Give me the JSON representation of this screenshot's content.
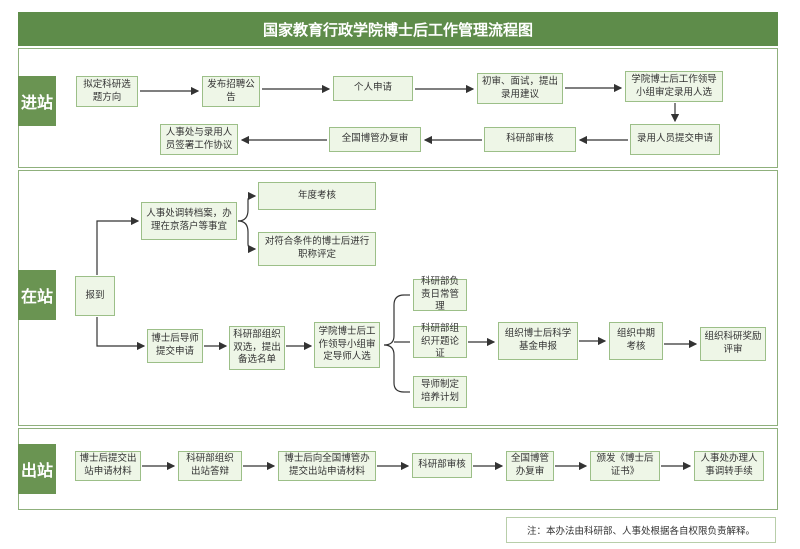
{
  "title": "国家教育行政学院博士后工作管理流程图",
  "sections": {
    "entry": "进站",
    "inStation": "在站",
    "exit": "出站"
  },
  "entry": {
    "n1": "拟定科研选题方向",
    "n2": "发布招聘公告",
    "n3": "个人申请",
    "n4": "初审、面试，提出录用建议",
    "n5": "学院博士后工作领导小组审定录用人选",
    "n6": "录用人员提交申请",
    "n7": "科研部审核",
    "n8": "全国博管办复审",
    "n9": "人事处与录用人员签署工作协议"
  },
  "inStation": {
    "report": "报到",
    "archive": "人事处调转档案，办理在京落户等事宜",
    "annual": "年度考核",
    "title_eval": "对符合条件的博士后进行职称评定",
    "mentor_apply": "博士后导师提交申请",
    "shortlist": "科研部组织双选，提出备选名单",
    "approve_mentor": "学院博士后工作领导小组审定导师人选",
    "daily": "科研部负责日常管理",
    "proposal": "科研部组织开题论证",
    "train_plan": "导师制定培养计划",
    "fund": "组织博士后科学基金申报",
    "midterm": "组织中期考核",
    "award": "组织科研奖励评审"
  },
  "exit": {
    "e1": "博士后提交出站申请材料",
    "e2": "科研部组织出站答辩",
    "e3": "博士后向全国博管办提交出站申请材料",
    "e4": "科研部审核",
    "e5": "全国博管办复审",
    "e6": "颁发《博士后证书》",
    "e7": "人事处办理人事调转手续"
  },
  "footnote": "注：本办法由科研部、人事处根据各自权限负责解释。"
}
